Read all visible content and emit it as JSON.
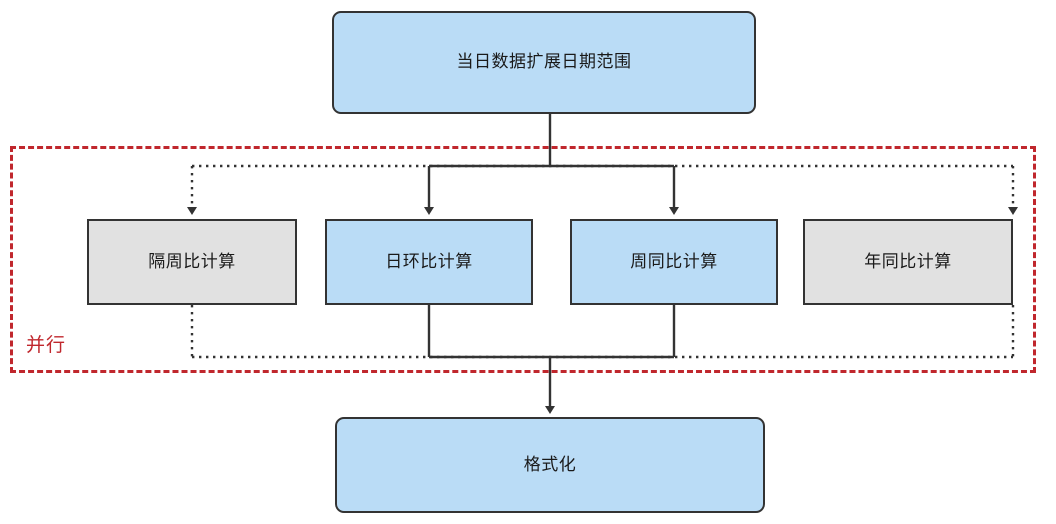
{
  "diagram": {
    "type": "flowchart",
    "title_node": "当日数据扩展日期范围",
    "group": {
      "label": "并行",
      "border_color": "#c0272d",
      "border_style": "dashed"
    },
    "colors": {
      "blue_fill": "#badcf6",
      "gray_fill": "#e1e1e1",
      "node_border": "#333333",
      "edge_solid": "#333333",
      "edge_dotted": "#333333",
      "group_red": "#c0272d"
    },
    "nodes": {
      "top": {
        "label": "当日数据扩展日期范围",
        "fill": "blue",
        "shape": "rounded-rect"
      },
      "parallel": [
        {
          "label": "隔周比计算",
          "fill": "gray",
          "shape": "rect",
          "edge_style": "dotted"
        },
        {
          "label": "日环比计算",
          "fill": "blue",
          "shape": "rect",
          "edge_style": "solid"
        },
        {
          "label": "周同比计算",
          "fill": "blue",
          "shape": "rect",
          "edge_style": "solid"
        },
        {
          "label": "年同比计算",
          "fill": "gray",
          "shape": "rect",
          "edge_style": "dotted"
        }
      ],
      "bottom": {
        "label": "格式化",
        "fill": "blue",
        "shape": "rounded-rect"
      }
    }
  }
}
